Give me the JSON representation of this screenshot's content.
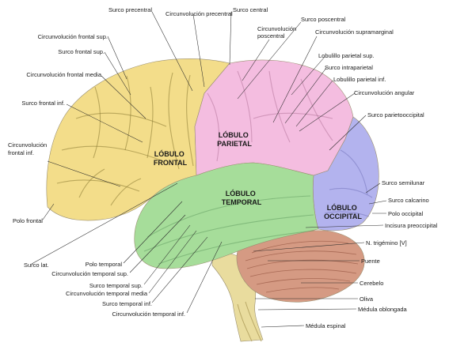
{
  "colors": {
    "frontal": "#f3dd8a",
    "parietal": "#f4bde0",
    "temporal": "#a6dd9a",
    "occipital": "#b3b3ee",
    "cerebellum": "#d59a83",
    "brainstem": "#e9dc9e"
  },
  "lobes": {
    "frontal": [
      "LÓBULO",
      "FRONTAL"
    ],
    "parietal": [
      "LÓBULO",
      "PARIETAL"
    ],
    "temporal": [
      "LÓBULO",
      "TEMPORAL"
    ],
    "occipital": [
      "LÓBULO",
      "OCCIPITAL"
    ]
  },
  "labels": {
    "surco_precentral": "Surco precentral",
    "circ_precentral": "Circunvolución precentral",
    "surco_central": "Surco central",
    "surco_poscentral": "Surco poscentral",
    "circ_poscentral_1": "Circunvolución",
    "circ_poscentral_2": "poscentral",
    "circ_supramarginal": "Circunvolución  supramarginal",
    "circ_frontal_sup": "Circunvolución frontal sup.",
    "surco_frontal_sup": "Surco frontal sup.",
    "circ_frontal_media": "Circunvolución frontal media",
    "surco_frontal_inf": "Surco frontal inf.",
    "circ_frontal_inf_1": "Circunvolución",
    "circ_frontal_inf_2": "frontal inf.",
    "polo_frontal": "Polo frontal",
    "surco_lat": "Surco lat.",
    "polo_temporal": "Polo temporal",
    "circ_temporal_sup": "Circunvolución temporal sup.",
    "surco_temporal_sup": "Surco temporal sup.",
    "circ_temporal_media": "Circunvolución temporal media",
    "surco_temporal_inf": "Surco temporal inf.",
    "circ_temporal_inf": "Circunvolución temporal inf.",
    "lobulillo_parietal_sup": "Lobulillo parietal sup.",
    "surco_intraparietal": "Surco intraparietal",
    "lobulillo_parietal_inf": "Lobulillo parietal inf.",
    "circ_angular": "Circunvolución angular",
    "surco_parietooccipital": "Surco parietooccipital",
    "surco_semilunar": "Surco semilunar",
    "surco_calcarino": "Surco calcarino",
    "polo_occipital": "Polo occipital",
    "incisura_preoccipital": "Incisura preoccipital",
    "n_trigemino": "N. trigémino [V]",
    "puente": "Puente",
    "cerebelo": "Cerebelo",
    "oliva": "Oliva",
    "medula_oblongada": "Médula oblongada",
    "medula_espinal": "Médula espinal"
  }
}
